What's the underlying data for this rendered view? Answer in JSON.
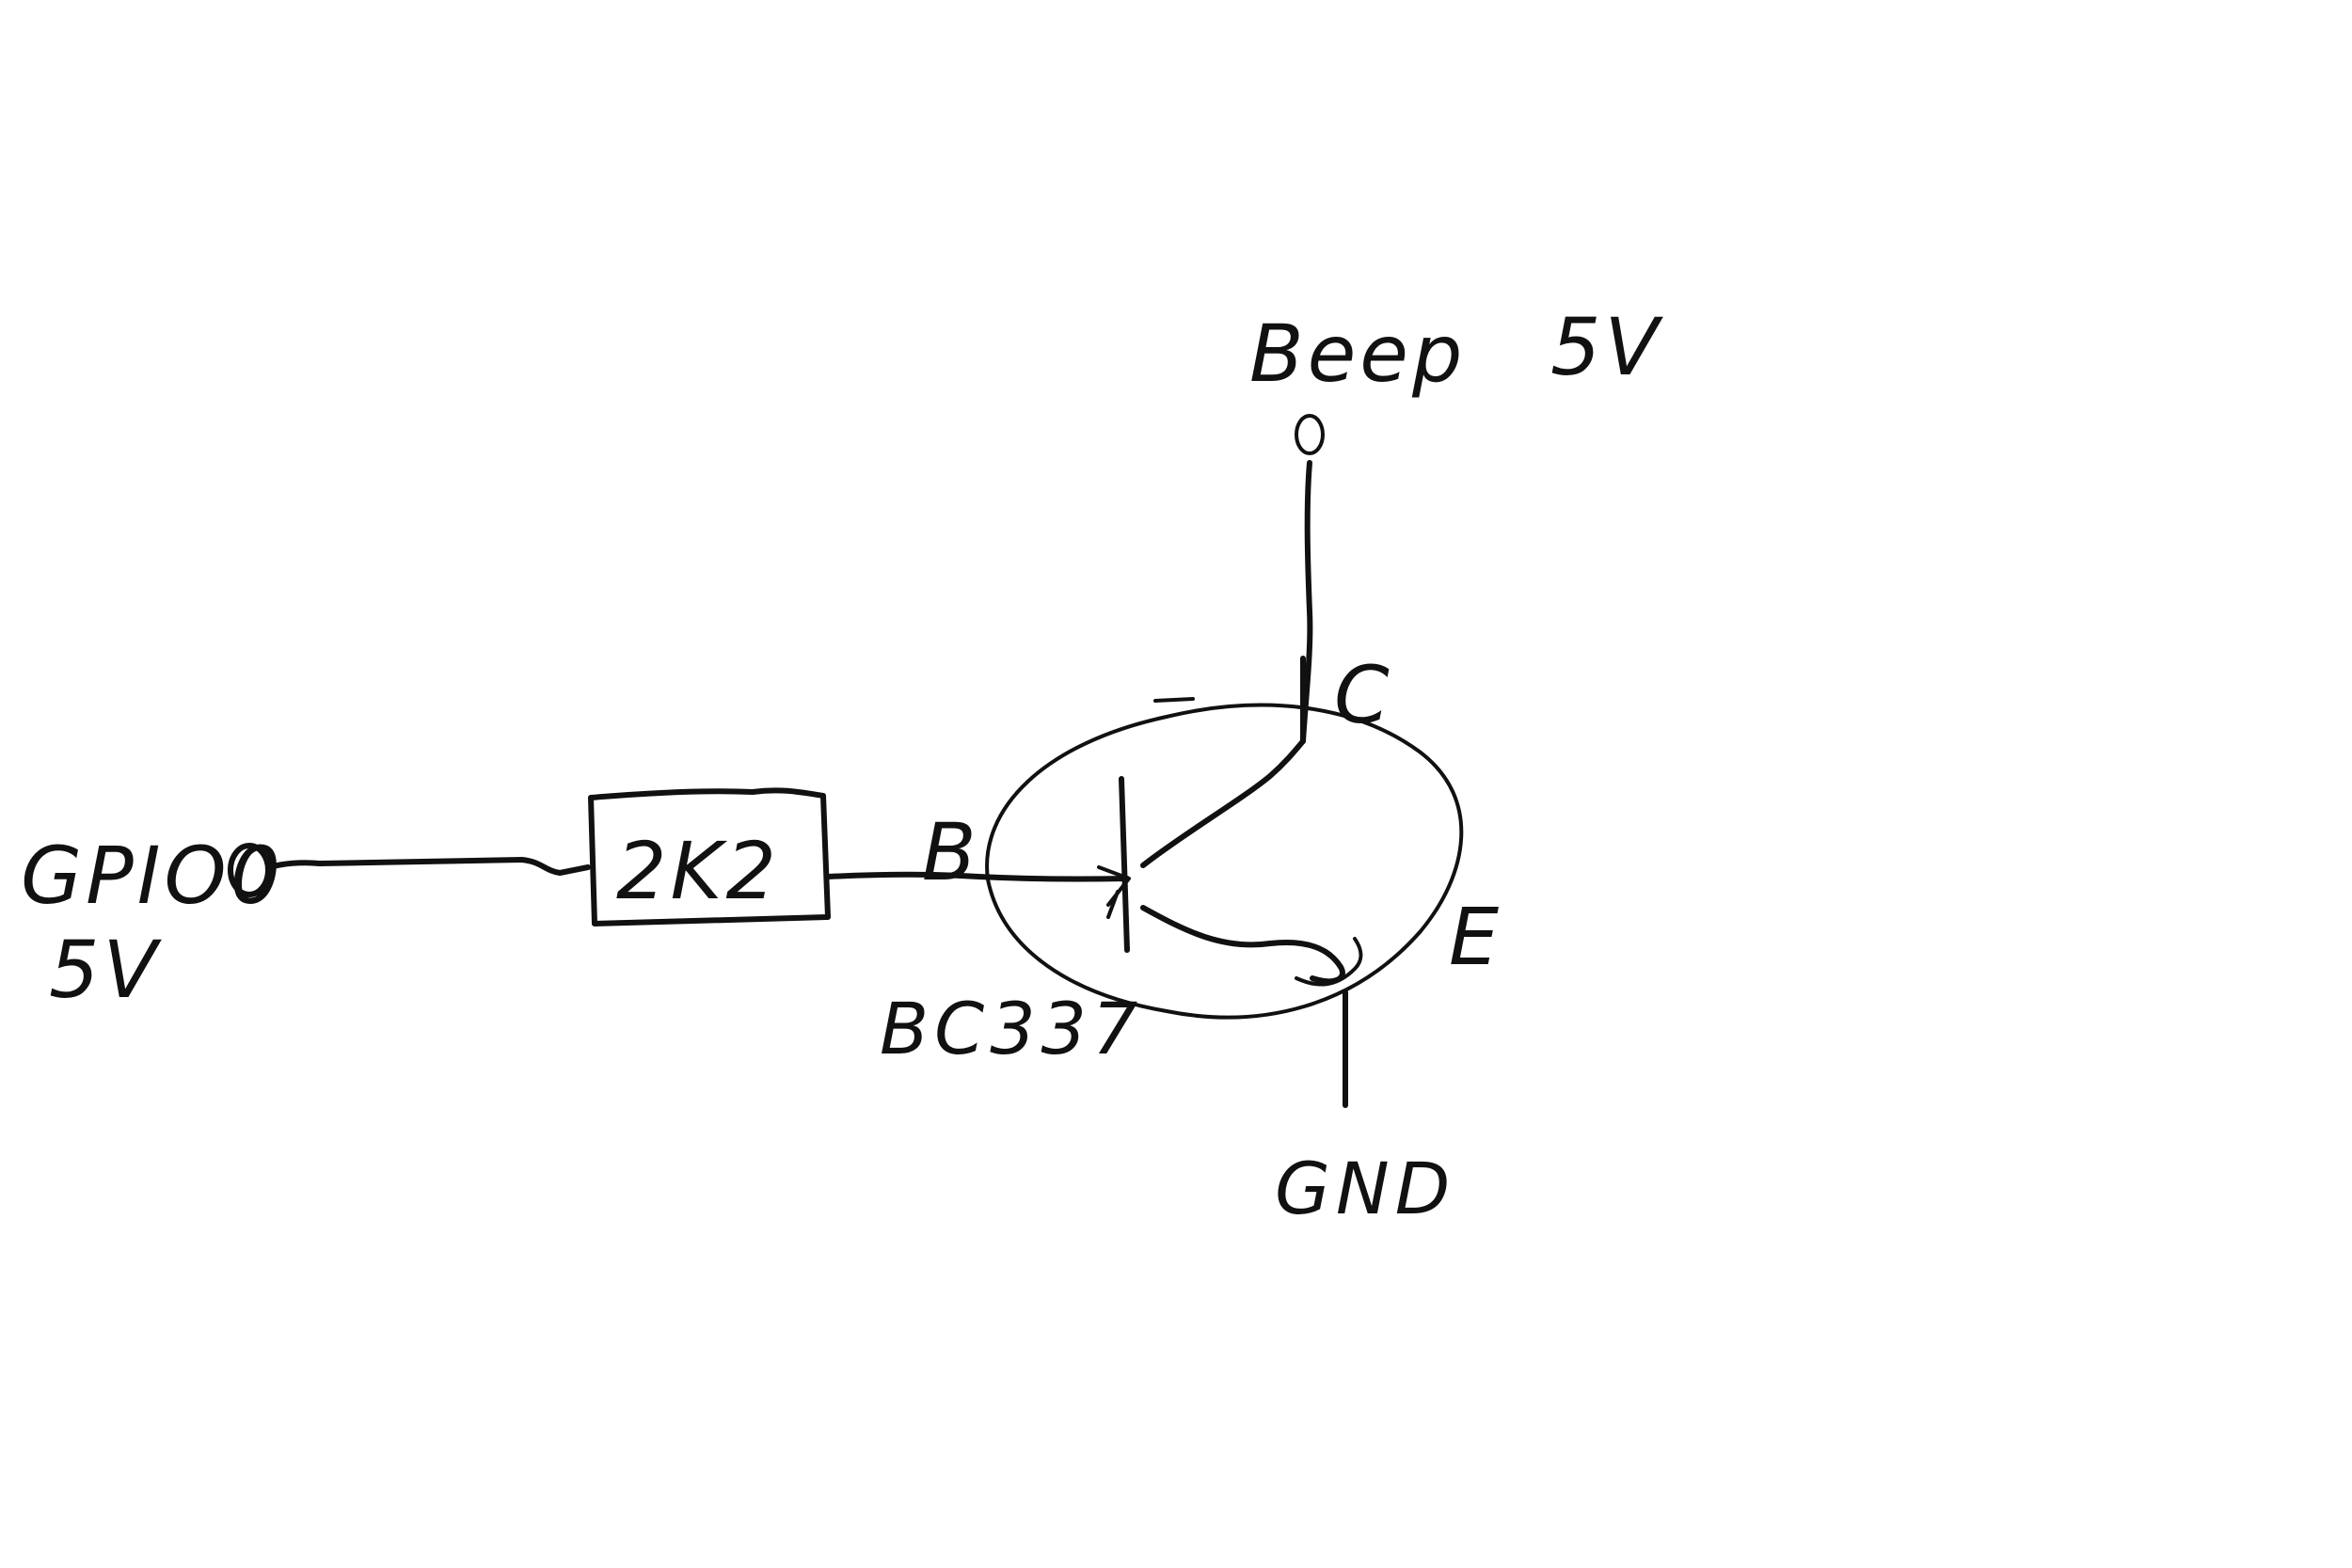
{
  "labels": {
    "input_pin": "GPIO0",
    "input_voltage": "5V",
    "resistor": "2K2",
    "base": "B",
    "collector": "C",
    "emitter": "E",
    "transistor_model": "BC337",
    "load": "Beep",
    "supply_voltage": "5V",
    "ground": "GND"
  }
}
